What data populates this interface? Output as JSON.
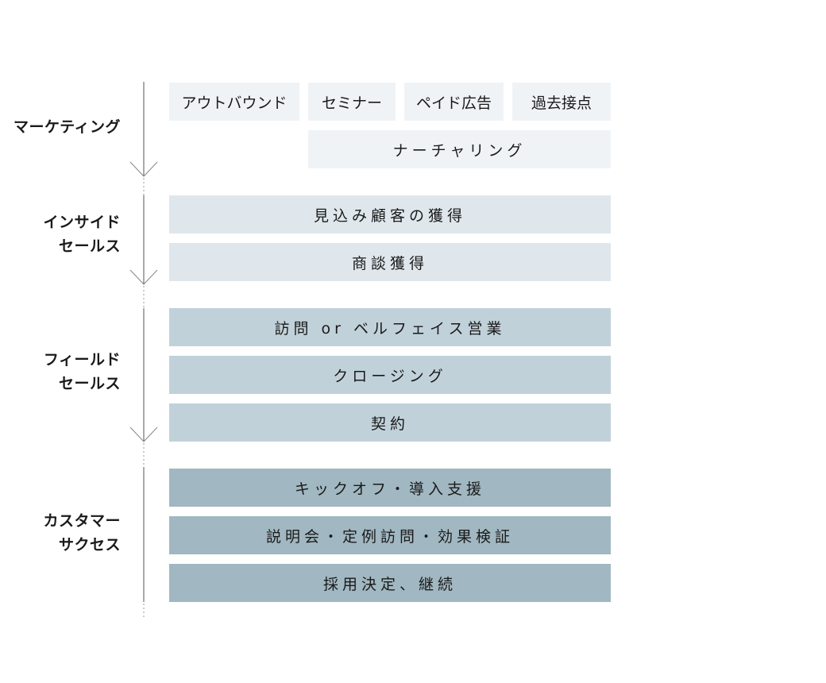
{
  "stages": [
    {
      "label": "マーケティング",
      "items": [
        "アウトバウンド",
        "セミナー",
        "ペイド広告",
        "過去接点",
        "ナーチャリング"
      ]
    },
    {
      "label": "インサイド\nセールス",
      "items": [
        "見込み顧客の獲得",
        "商談獲得"
      ]
    },
    {
      "label": "フィールド\nセールス",
      "items": [
        "訪問 or ベルフェイス営業",
        "クロージング",
        "契約"
      ]
    },
    {
      "label": "カスタマー\nサクセス",
      "items": [
        "キックオフ・導入支援",
        "説明会・定例訪問・効果検証",
        "採用決定、継続"
      ]
    }
  ],
  "colors": {
    "stage1": "#f0f3f6",
    "stage2": "#dfe7ec",
    "stage3": "#c1d1da",
    "stage4": "#a1b7c1",
    "line": "#555555",
    "arrow": "#888888"
  }
}
